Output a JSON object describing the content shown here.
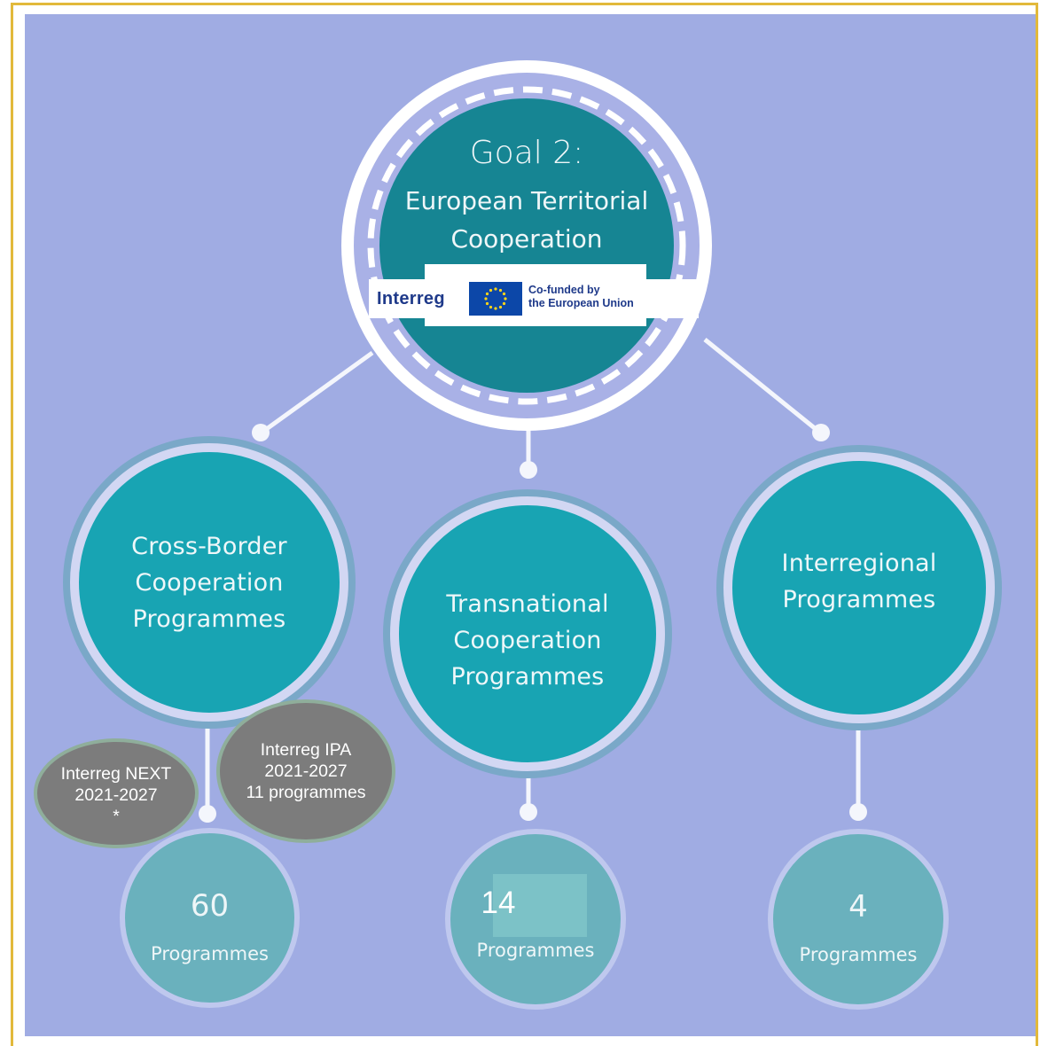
{
  "goal": {
    "title": "Goal 2:",
    "subtitle": "European Territorial\nCooperation"
  },
  "logo": {
    "brand": "Interreg",
    "cofunded": "Co-funded by\nthe European Union"
  },
  "categories": [
    {
      "label": "Cross-Border\nCooperation\nProgrammes",
      "count": "60",
      "count_label": "Programmes"
    },
    {
      "label": "Transnational\nCooperation\nProgrammes",
      "count": "14",
      "count_label": "Programmes"
    },
    {
      "label": "Interregional\nProgrammes",
      "count": "4",
      "count_label": "Programmes"
    }
  ],
  "notes": {
    "next": "Interreg NEXT\n2021-2027\n*",
    "ipa": "Interreg IPA\n2021-2027\n11 programmes"
  },
  "colors": {
    "panel": "#a0ace3",
    "goal_fill": "#168593",
    "category_fill": "#18a4b3",
    "count_fill": "#6ab1bd",
    "note_fill": "#7c7c7c",
    "frame": "#e2b93b"
  }
}
